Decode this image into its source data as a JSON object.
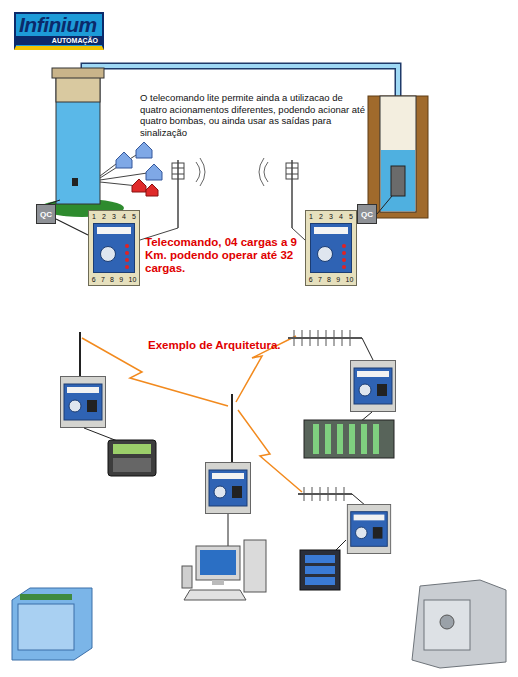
{
  "diagram": {
    "nodes": [
      {
        "text": [
          "Infinium",
          "AUTOMAÇÃO"
        ]
      },
      {
        "text": [
          "QC"
        ]
      },
      {
        "text": [
          "1",
          "2",
          "3",
          "4",
          "5",
          "6",
          "7",
          "8",
          "9",
          "10"
        ]
      },
      {
        "text": [
          "QC"
        ]
      },
      {
        "text": [
          "1",
          "2",
          "3",
          "4",
          "5",
          "6",
          "7",
          "8",
          "9",
          "10"
        ]
      }
    ],
    "edges": [
      {
        "from": 1,
        "to": 2,
        "arrow": "none"
      },
      {
        "from": 3,
        "to": 4,
        "arrow": "none"
      }
    ],
    "labels": [
      "O telecomando lite permite ainda a utilizacao de quatro acionamentos diferentes, podendo acionar até quatro bombas, ou ainda usar as saídas para sinalização",
      "Telecomando, 04 cargas a 9 Km. podendo operar até 32 cargas.",
      "Exemplo de Arquitetura."
    ]
  }
}
